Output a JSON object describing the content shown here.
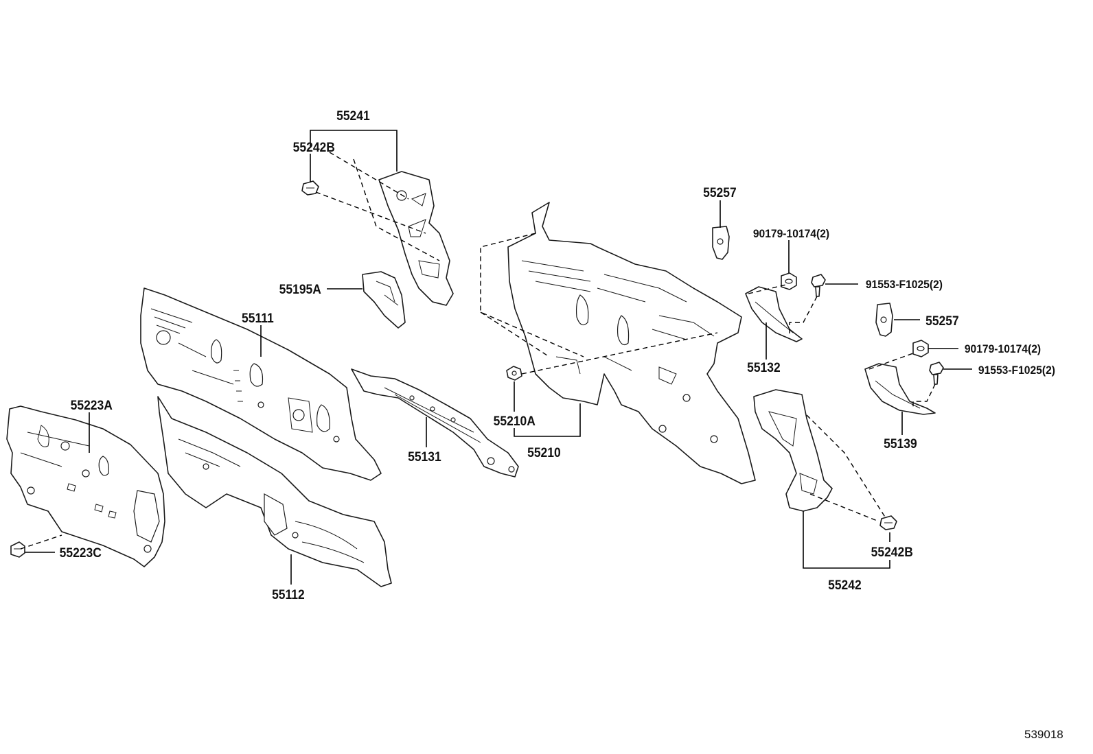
{
  "labels": {
    "p55241": "55241",
    "p55242B_top": "55242B",
    "p55195A": "55195A",
    "p55111": "55111",
    "p55223A": "55223A",
    "p55223C": "55223C",
    "p55112": "55112",
    "p55131": "55131",
    "p55210A": "55210A",
    "p55210": "55210",
    "p55257_top": "55257",
    "p90179_top": "90179-10174(2)",
    "p91553_top": "91553-F1025(2)",
    "p55132": "55132",
    "p55257_right": "55257",
    "p90179_right": "90179-10174(2)",
    "p91553_right": "91553-F1025(2)",
    "p55139": "55139",
    "p55242B_bottom": "55242B",
    "p55242": "55242"
  },
  "diagram_ref": "539018"
}
